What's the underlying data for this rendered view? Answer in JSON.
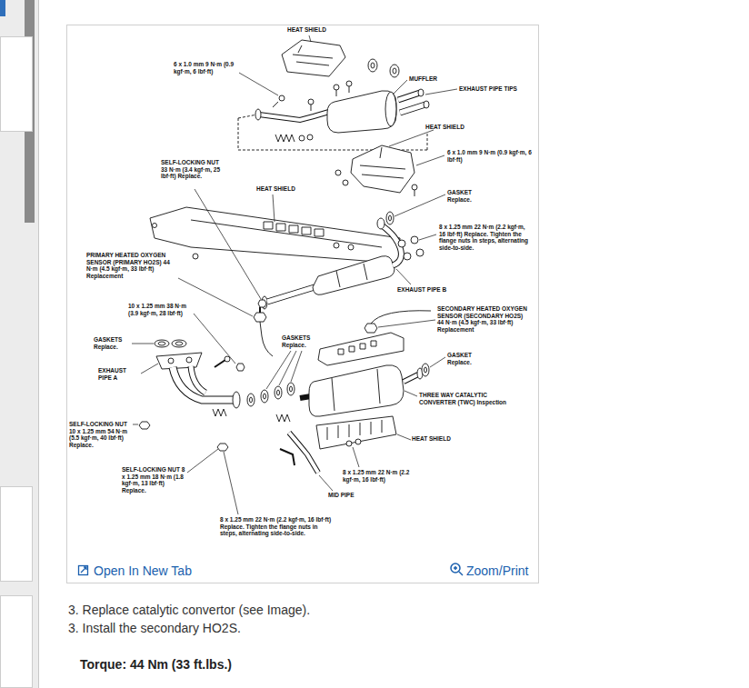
{
  "diagram": {
    "labels": [
      "HEAT SHIELD",
      "6 x 1.0 mm 9 N·m (0.9 kgf·m, 6 lbf·ft)",
      "MUFFLER",
      "EXHAUST PIPE TIPS",
      "HEAT SHIELD",
      "6 x 1.0 mm 9 N·m (0.9 kgf·m, 6 lbf·ft)",
      "SELF-LOCKING NUT 33 N·m (3.4 kgf·m, 25 lbf·ft) Replace.",
      "HEAT SHIELD",
      "GASKET Replace.",
      "8 x 1.25 mm 22 N·m (2.2 kgf·m, 16 lbf·ft) Replace. Tighten the flange nuts in steps, alternating side-to-side.",
      "PRIMARY HEATED OXYGEN SENSOR (PRIMARY HO2S) 44 N·m (4.5 kgf·m, 33 lbf·ft) Replacement",
      "EXHAUST PIPE B",
      "10 x 1.25 mm 38 N·m (3.9 kgf·m, 28 lbf·ft)",
      "SECONDARY HEATED OXYGEN SENSOR (SECONDARY HO2S) 44 N·m (4.5 kgf·m, 33 lbf·ft) Replacement",
      "GASKETS Replace.",
      "GASKETS Replace.",
      "GASKET Replace.",
      "EXHAUST PIPE A",
      "THREE WAY CATALYTIC CONVERTER (TWC) Inspection",
      "SELF-LOCKING NUT 10 x 1.25 mm 54 N·m (5.5 kgf·m, 40 lbf·ft) Replace.",
      "HEAT SHIELD",
      "SELF-LOCKING NUT 8 x 1.25 mm 18 N·m (1.8 kgf·m, 13 lbf·ft) Replace.",
      "8 x 1.25 mm 22 N·m (2.2 kgf·m, 16 lbf·ft)",
      "MID PIPE",
      "8 x 1.25 mm 22 N·m (2.2 kgf·m, 16 lbf·ft) Replace. Tighten the flange nuts in steps, alternating side-to-side.",
      "Open In New Tab",
      "Zoom/Print",
      "3. Replace catalytic convertor (see Image).",
      "3. Install the secondary HO2S.",
      "Torque: 44 Nm (33 ft.lbs.)"
    ]
  }
}
